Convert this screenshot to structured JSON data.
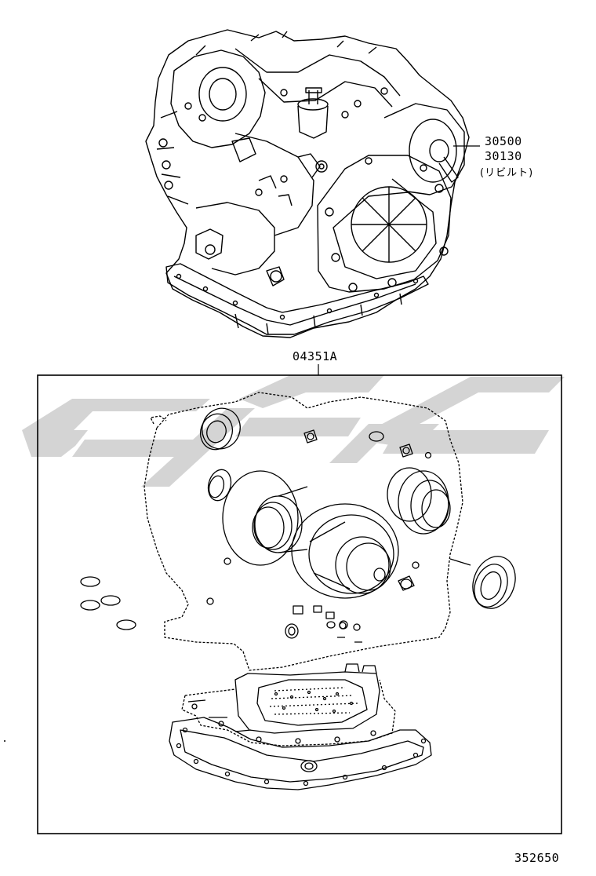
{
  "callouts": {
    "transaxle_part_1": "30500",
    "transaxle_part_2": "30130",
    "rebuilt_note": "(リビルト)",
    "overhaul_kit": "04351A"
  },
  "figure_number": "352650",
  "colors": {
    "line": "#000000",
    "watermark": "#d2d2d2",
    "background": "#ffffff"
  }
}
